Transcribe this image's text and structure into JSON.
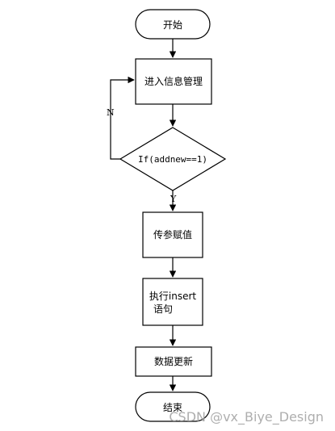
{
  "nodes": {
    "start": "开始",
    "enter_info": "进入信息管理",
    "condition": "If(addnew==1)",
    "assign_params": "传参赋值",
    "exec_insert_line1": "执行insert",
    "exec_insert_line2": "语句",
    "update_data": "数据更新",
    "end": "结束"
  },
  "edges": {
    "no_label": "N",
    "yes_label": "Y"
  },
  "watermark": "CSDN @vx_Biye_Design"
}
